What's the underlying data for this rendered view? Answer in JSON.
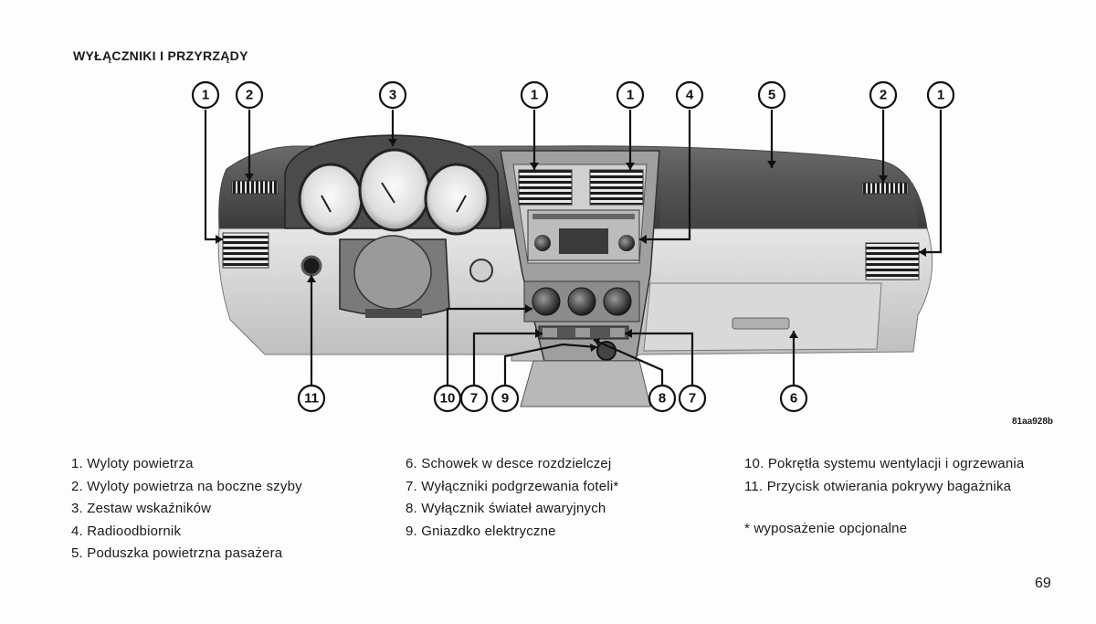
{
  "section_title": "WYŁĄCZNIKI I PRZYRZĄDY",
  "figure": {
    "code": "81aa928b",
    "callouts": [
      "1",
      "2",
      "3",
      "1",
      "1",
      "4",
      "5",
      "2",
      "1",
      "11",
      "10",
      "7",
      "9",
      "8",
      "7",
      "6"
    ]
  },
  "legend": {
    "col1": [
      "1. Wyloty powietrza",
      "2. Wyloty powietrza na boczne szyby",
      "3. Zestaw wskaźników",
      "4. Radioodbiornik",
      "5. Poduszka powietrzna pasażera"
    ],
    "col2": [
      "6. Schowek w desce rozdzielczej",
      "7. Wyłączniki podgrzewania foteli*",
      "8. Wyłącznik świateł awaryjnych",
      "9. Gniazdko elektryczne"
    ],
    "col3": [
      "10. Pokrętła systemu wentylacji i ogrzewania",
      "11. Przycisk otwierania pokrywy bagażnika"
    ],
    "footnote": "* wyposażenie opcjonalne"
  },
  "page_number": "69"
}
